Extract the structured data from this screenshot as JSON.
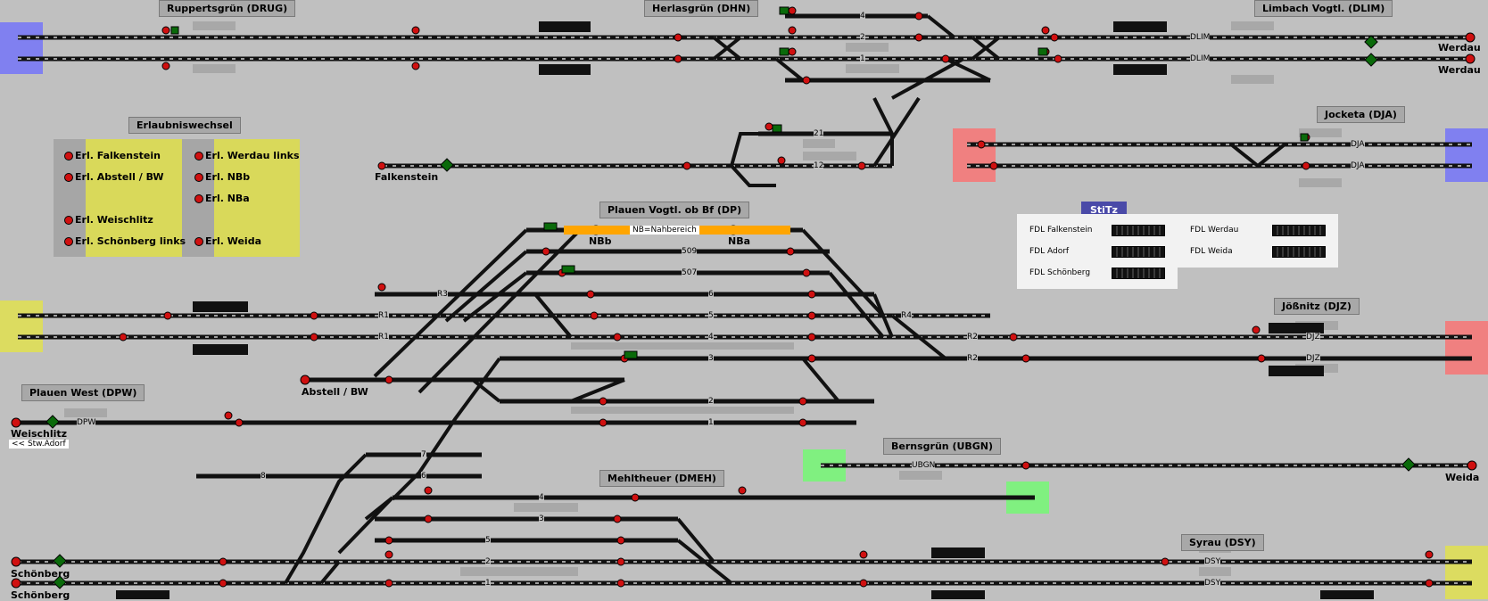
{
  "stations": {
    "ruppertsgruen": "Ruppertsgrün (DRUG)",
    "herlasgruen": "Herlasgrün (DHN)",
    "limbach": "Limbach Vogtl. (DLIM)",
    "jocketa": "Jocketa (DJA)",
    "plauen_ob": "Plauen Vogtl. ob Bf (DP)",
    "joessnitz": "Jößnitz (DJZ)",
    "plauen_west": "Plauen West (DPW)",
    "bernsgruen": "Bernsgrün (UBGN)",
    "mehltheuer": "Mehltheuer (DMEH)",
    "syrau": "Syrau (DSY)"
  },
  "endpoints": {
    "werdau_1": "Werdau",
    "werdau_2": "Werdau",
    "falkenstein": "Falkenstein",
    "abstell": "Abstell / BW",
    "weischlitz": "Weischlitz",
    "stw_adorf": "<< Stw.Adorf",
    "schoenberg_1": "Schönberg",
    "schoenberg_2": "Schönberg",
    "weida": "Weida",
    "nbb": "NBb",
    "nba": "NBa"
  },
  "erlaubniswechsel": {
    "title": "Erlaubniswechsel",
    "left": [
      "Erl. Falkenstein",
      "Erl. Abstell / BW",
      "Erl. Weischlitz",
      "Erl. Schönberg links"
    ],
    "right": [
      "Erl. Werdau links",
      "Erl. NBb",
      "Erl. NBa",
      "Erl. Weida"
    ]
  },
  "nahbereich": "NB=Nahbereich",
  "stitz": {
    "title": "StiTz",
    "left": [
      "FDL Falkenstein",
      "FDL Adorf",
      "FDL Schönberg"
    ],
    "right": [
      "FDL Werdau",
      "FDL Weida"
    ]
  },
  "track_labels": {
    "dlim1": "DLIM",
    "dlim2": "DLIM",
    "dja1": "DJA",
    "dja2": "DJA",
    "djz1": "DJZ",
    "djz2": "DJZ",
    "dpw": "DPW",
    "ubgn": "UBGN",
    "dsy1": "DSY",
    "dsy2": "DSY",
    "t_4": "4",
    "t_2": "2",
    "t_1": "1",
    "t21": "21",
    "t12": "12",
    "p509": "509",
    "p507": "507",
    "p6": "6",
    "p5": "5",
    "p4": "4",
    "p3": "3",
    "p2": "2",
    "p1": "1",
    "r3": "R3",
    "r1a": "R1",
    "r1b": "R1",
    "r4": "R4",
    "r2a": "R2",
    "r2b": "R2",
    "m7": "7",
    "m6": "6",
    "m8": "8",
    "mh4": "4",
    "mh3": "3",
    "mh5": "5",
    "mh2": "2",
    "mh1": "1"
  },
  "colors": {
    "background": "#c0c0c0",
    "track": "#111111",
    "signal_red": "#d01010",
    "signal_green": "#0a6a0a",
    "zone_blue": "#8080f0",
    "zone_red": "#f08080",
    "zone_yellow": "#dcdc60",
    "zone_green": "#80f080",
    "nahbereich": "#ffa500"
  }
}
